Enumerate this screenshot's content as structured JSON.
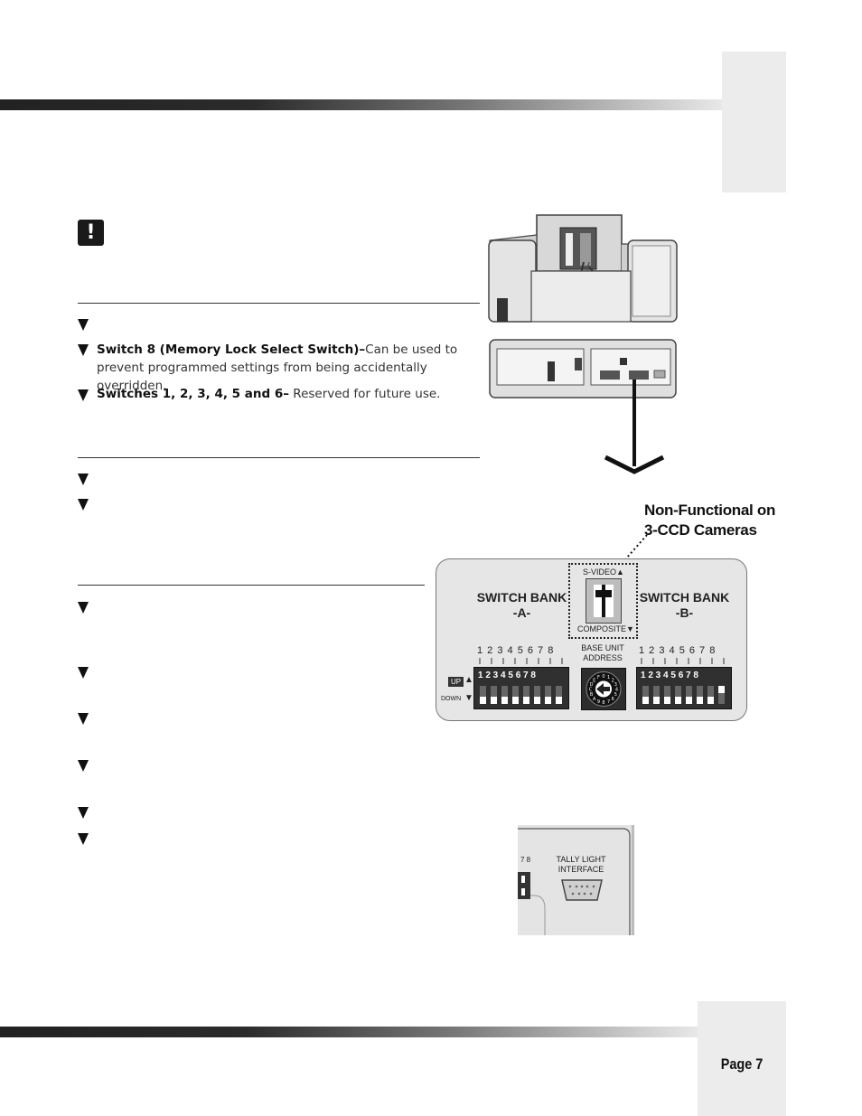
{
  "page": {
    "number_label": "Page 7"
  },
  "section1": {
    "bullets": [
      {
        "bold": "",
        "text": ""
      },
      {
        "bold": "Switch 8 (Memory Lock Select Switch)–",
        "text": "Can be used to prevent programmed settings from being accidentally overridden."
      },
      {
        "bold": "Switches 1, 2, 3, 4, 5 and 6–",
        "text": " Reserved for future use."
      }
    ]
  },
  "annotation": {
    "line1": "Non-Functional on",
    "line2": "3-CCD Cameras"
  },
  "panel": {
    "bank_a": {
      "line1": "SWITCH BANK",
      "line2": "-A-"
    },
    "bank_b": {
      "line1": "SWITCH BANK",
      "line2": "-B-"
    },
    "svideo_label": "S-VIDEO",
    "composite_label": "COMPOSITE",
    "address_label_1": "BASE UNIT",
    "address_label_2": "ADDRESS",
    "switch_numbers": "1 2 3 4 5 6 7 8",
    "up_label": "UP",
    "down_label": "DOWN",
    "rotary_chars": "0123456789ABCDEF"
  },
  "tally": {
    "line1": "TALLY LIGHT",
    "line2": "INTERFACE",
    "bank_fragment": "7 8"
  },
  "icons": [
    "warning-icon",
    "bullet-triangle-icon",
    "arrow-down-icon"
  ],
  "colors": {
    "rule": "#333333",
    "tab": "#ececec",
    "panel": "#e6e6e6"
  }
}
